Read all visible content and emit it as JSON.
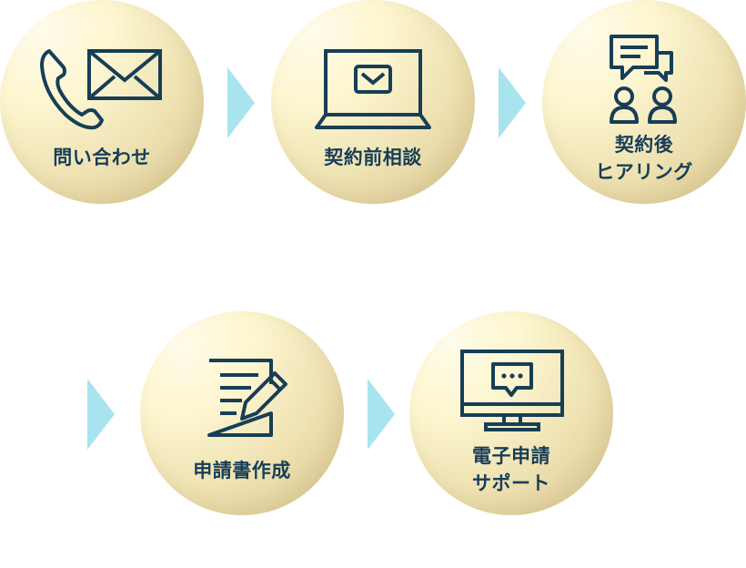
{
  "steps": [
    {
      "line1": "問い合わせ",
      "line2": "",
      "icon": "phone-mail-icon"
    },
    {
      "line1": "契約前相談",
      "line2": "",
      "icon": "laptop-mail-icon"
    },
    {
      "line1": "契約後",
      "line2": "ヒアリング",
      "icon": "conversation-icon"
    },
    {
      "line1": "申請書作成",
      "line2": "",
      "icon": "document-pen-icon"
    },
    {
      "line1": "電子申請",
      "line2": "サポート",
      "icon": "monitor-chat-icon"
    }
  ],
  "colors": {
    "icon_stroke": "#173e57",
    "arrow": "#a8e4ef",
    "circle_light": "#fdf6d0",
    "circle_dark": "#d6c58e"
  }
}
